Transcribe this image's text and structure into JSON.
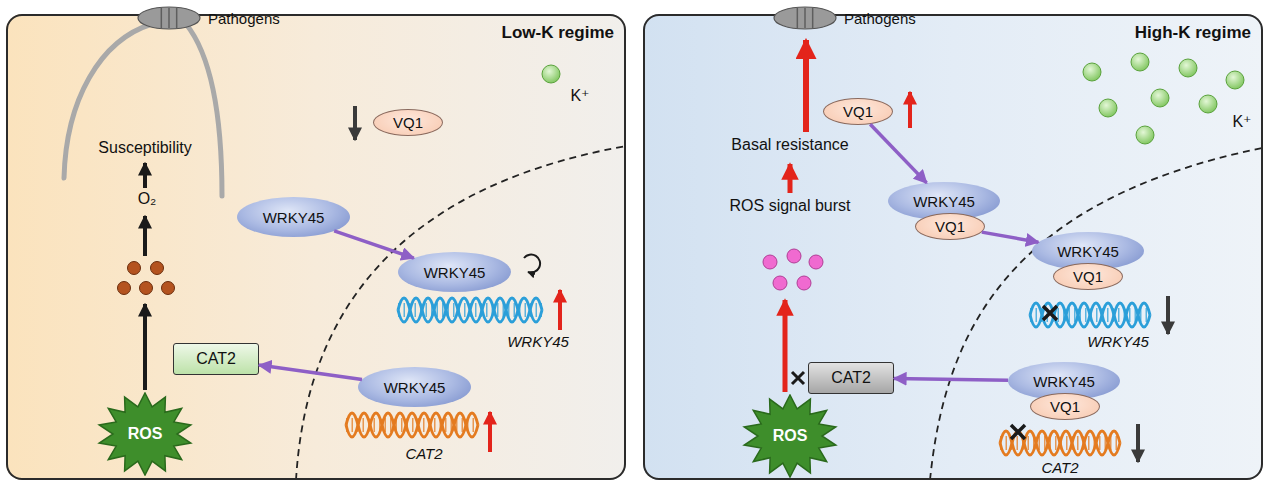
{
  "diagram": {
    "nodes": [
      {
        "text": [
          "Low-K regime"
        ]
      },
      {
        "text": [
          "Pathogens"
        ],
        "in": 0
      },
      {
        "text": [
          "VQ1"
        ],
        "in": 0
      },
      {
        "text": [
          "WRKY45"
        ],
        "in": 0
      },
      {
        "text": [
          "WRKY45"
        ],
        "in": 0
      },
      {
        "text": [
          "CAT2"
        ],
        "in": 0
      },
      {
        "text": [
          "WRKY45"
        ],
        "in": 0
      },
      {
        "text": [
          "ROS"
        ],
        "in": 0
      },
      {
        "text": [
          "High-K regime"
        ]
      },
      {
        "text": [
          "Pathogens"
        ],
        "in": 8
      },
      {
        "text": [
          "VQ1"
        ],
        "in": 8
      },
      {
        "text": [
          "WRKY45"
        ],
        "in": 8
      },
      {
        "text": [
          "VQ1"
        ],
        "in": 8
      },
      {
        "text": [
          "WRKY45"
        ],
        "in": 8
      },
      {
        "text": [
          "VQ1"
        ],
        "in": 8
      },
      {
        "text": [
          "CAT2"
        ],
        "in": 8
      },
      {
        "text": [
          "WRKY45"
        ],
        "in": 8
      },
      {
        "text": [
          "VQ1"
        ],
        "in": 8
      },
      {
        "text": [
          "ROS"
        ],
        "in": 8
      }
    ],
    "edges": [
      {
        "from": 3,
        "to": 4,
        "arrow": "to"
      },
      {
        "from": 6,
        "to": 5,
        "arrow": "to"
      },
      {
        "from": 10,
        "to": 11,
        "arrow": "to"
      },
      {
        "from": 12,
        "to": 13,
        "arrow": "to"
      },
      {
        "from": 16,
        "to": 15,
        "arrow": "to"
      }
    ],
    "labels": [
      "K⁺",
      "Susceptibility",
      "O₂",
      "WRKY45",
      "CAT2",
      "K⁺",
      "Basal resistance",
      "ROS signal burst",
      "WRKY45",
      "CAT2"
    ]
  }
}
